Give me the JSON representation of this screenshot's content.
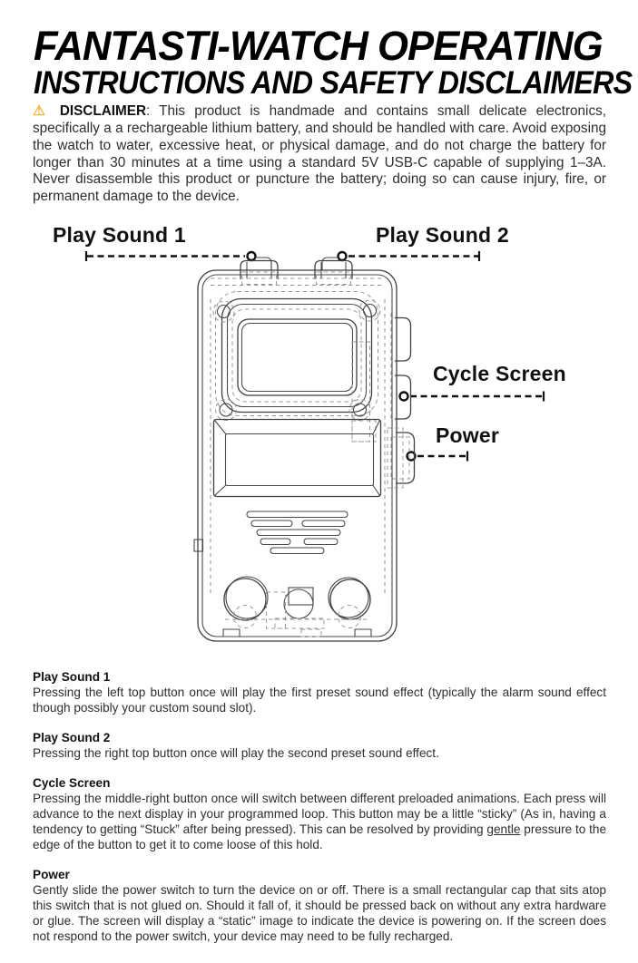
{
  "title": {
    "line1": "FANTASTI-WATCH OPERATING",
    "line2": "INSTRUCTIONS AND SAFETY DISCLAIMERS"
  },
  "disclaimer": {
    "warning_icon": "⚠",
    "label": "DISCLAIMER",
    "body": ": This product is handmade and contains small delicate electronics, specifically a a rechargeable lithium battery, and should be handled with care. Avoid exposing the watch to water, excessive heat, or physical damage, and do not charge the battery for longer than 30 minutes at a time using a standard 5V USB-C capable of supplying 1–3A. Never disassemble this product or puncture the battery; doing so can cause injury, fire, or permanent damage to the device."
  },
  "diagram": {
    "labels": {
      "play_sound_1": "Play Sound 1",
      "play_sound_2": "Play Sound 2",
      "cycle_screen": "Cycle Screen",
      "power": "Power"
    }
  },
  "sections": [
    {
      "heading": "Play Sound 1",
      "body": "Pressing the left top button once will play the first preset sound effect (typically the alarm sound effect though possibly your custom sound slot)."
    },
    {
      "heading": "Play Sound 2",
      "body": "Pressing the right top button once will play the second preset sound effect."
    },
    {
      "heading": "Cycle Screen",
      "body_before": "Pressing the middle-right button once will switch between different preloaded animations. Each press will advance to the next display in your programmed loop. This button may be a little “sticky” (As in, having a tendency to getting “Stuck” after being pressed). This can be resolved by providing ",
      "underlined": "gentle",
      "body_after": " pressure to the edge of the button to get it to come loose of this hold."
    },
    {
      "heading": "Power",
      "body": "Gently slide the power switch to turn the device on or off. There is a small rectangular cap that sits atop this switch that is not glued on. Should it fall of, it should be pressed back on without any extra hardware or glue. The screen will display a “static” image to indicate the device is powering on. If the screen does not respond to the power switch, your device may need to be fully recharged."
    }
  ],
  "colors": {
    "text": "#2e2e2e",
    "heading": "#111111",
    "warning": "#f4b63f",
    "line_solid": "#4a4a4a",
    "line_hidden": "#9a9a9a"
  }
}
